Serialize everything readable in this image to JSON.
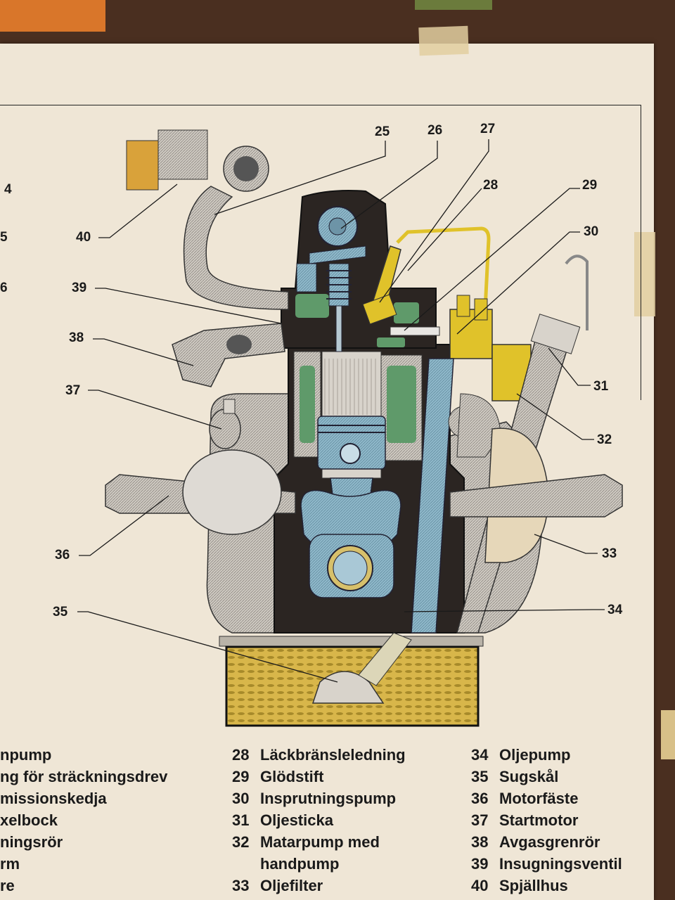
{
  "left_fragments": {
    "numbers": [
      "4",
      "5",
      "6"
    ],
    "legend": [
      "npump",
      "ng för sträckningsdrev",
      "missionskedja",
      "xelbock",
      "ningsrör",
      "rm",
      "re"
    ]
  },
  "callouts": [
    "25",
    "26",
    "27",
    "28",
    "29",
    "30",
    "31",
    "32",
    "33",
    "34",
    "35",
    "36",
    "37",
    "38",
    "39",
    "40"
  ],
  "legend_col1": [
    {
      "num": "28",
      "text": "Läckbränsleledning"
    },
    {
      "num": "29",
      "text": "Glödstift"
    },
    {
      "num": "30",
      "text": "Insprutningspump"
    },
    {
      "num": "31",
      "text": "Oljesticka"
    },
    {
      "num": "32",
      "text": "Matarpump med",
      "cont": "handpump"
    },
    {
      "num": "33",
      "text": "Oljefilter"
    }
  ],
  "legend_col2": [
    {
      "num": "34",
      "text": "Oljepump"
    },
    {
      "num": "35",
      "text": "Sugskål"
    },
    {
      "num": "36",
      "text": "Motorfäste"
    },
    {
      "num": "37",
      "text": "Startmotor"
    },
    {
      "num": "38",
      "text": "Avgasgrenrör"
    },
    {
      "num": "39",
      "text": "Insugningsventil"
    },
    {
      "num": "40",
      "text": "Spjällhus"
    }
  ],
  "colors": {
    "paper": "#efe6d6",
    "steel": "#c8c4bd",
    "blue": "#86b0c3",
    "green": "#5f9a6a",
    "yellow": "#e0c22a",
    "oil": "#d9b84a",
    "dark": "#2b2522"
  }
}
